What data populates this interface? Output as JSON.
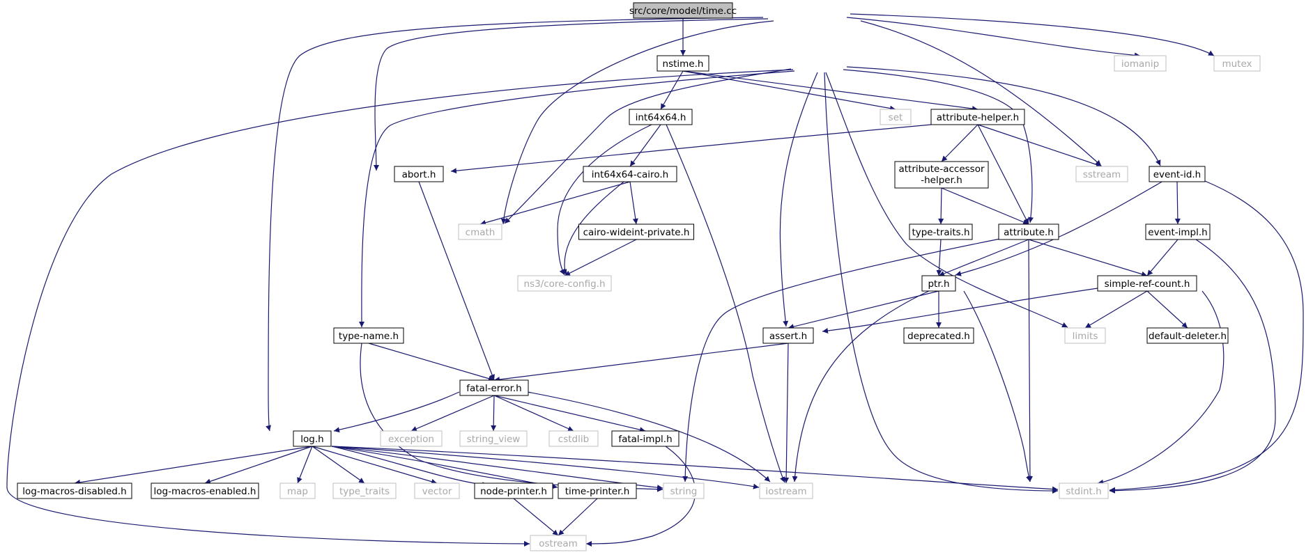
{
  "graph": {
    "root": "src/core/model/time.cc",
    "colors": {
      "edge": "#191970",
      "root_fill": "#bfbfbf",
      "internal_border": "#000000",
      "external_border": "#bfbfbf",
      "external_text": "#a8a8a8"
    },
    "nodes": [
      {
        "id": "time_cc",
        "label": "src/core/model/time.cc",
        "kind": "root"
      },
      {
        "id": "nstime",
        "label": "nstime.h",
        "kind": "internal"
      },
      {
        "id": "iomanip",
        "label": "iomanip",
        "kind": "external"
      },
      {
        "id": "mutex",
        "label": "mutex",
        "kind": "external"
      },
      {
        "id": "int64x64",
        "label": "int64x64.h",
        "kind": "internal"
      },
      {
        "id": "set",
        "label": "set",
        "kind": "external"
      },
      {
        "id": "attr_helper",
        "label": "attribute-helper.h",
        "kind": "internal"
      },
      {
        "id": "abort",
        "label": "abort.h",
        "kind": "internal"
      },
      {
        "id": "int64cairo",
        "label": "int64x64-cairo.h",
        "kind": "internal"
      },
      {
        "id": "attr_acc",
        "label": [
          "attribute-accessor",
          "-helper.h"
        ],
        "kind": "internal"
      },
      {
        "id": "sstream",
        "label": "sstream",
        "kind": "external"
      },
      {
        "id": "event_id",
        "label": "event-id.h",
        "kind": "internal"
      },
      {
        "id": "cmath",
        "label": "cmath",
        "kind": "external"
      },
      {
        "id": "cairo_wide",
        "label": "cairo-wideint-private.h",
        "kind": "internal"
      },
      {
        "id": "type_traits_h",
        "label": "type-traits.h",
        "kind": "internal"
      },
      {
        "id": "attribute",
        "label": "attribute.h",
        "kind": "internal"
      },
      {
        "id": "event_impl",
        "label": "event-impl.h",
        "kind": "internal"
      },
      {
        "id": "core_config",
        "label": "ns3/core-config.h",
        "kind": "external"
      },
      {
        "id": "ptr",
        "label": "ptr.h",
        "kind": "internal"
      },
      {
        "id": "simple_ref",
        "label": "simple-ref-count.h",
        "kind": "internal"
      },
      {
        "id": "type_name",
        "label": "type-name.h",
        "kind": "internal"
      },
      {
        "id": "assert",
        "label": "assert.h",
        "kind": "internal"
      },
      {
        "id": "deprecated",
        "label": "deprecated.h",
        "kind": "internal"
      },
      {
        "id": "limits",
        "label": "limits",
        "kind": "external"
      },
      {
        "id": "default_del",
        "label": "default-deleter.h",
        "kind": "internal"
      },
      {
        "id": "fatal_error",
        "label": "fatal-error.h",
        "kind": "internal"
      },
      {
        "id": "log",
        "label": "log.h",
        "kind": "internal"
      },
      {
        "id": "exception",
        "label": "exception",
        "kind": "external"
      },
      {
        "id": "string_view",
        "label": "string_view",
        "kind": "external"
      },
      {
        "id": "cstdlib",
        "label": "cstdlib",
        "kind": "external"
      },
      {
        "id": "fatal_impl",
        "label": "fatal-impl.h",
        "kind": "internal"
      },
      {
        "id": "log_dis",
        "label": "log-macros-disabled.h",
        "kind": "internal"
      },
      {
        "id": "log_en",
        "label": "log-macros-enabled.h",
        "kind": "internal"
      },
      {
        "id": "map",
        "label": "map",
        "kind": "external"
      },
      {
        "id": "type_traits",
        "label": "type_traits",
        "kind": "external"
      },
      {
        "id": "vector",
        "label": "vector",
        "kind": "external"
      },
      {
        "id": "node_printer",
        "label": "node-printer.h",
        "kind": "internal"
      },
      {
        "id": "time_printer",
        "label": "time-printer.h",
        "kind": "internal"
      },
      {
        "id": "string",
        "label": "string",
        "kind": "external"
      },
      {
        "id": "iostream",
        "label": "iostream",
        "kind": "external"
      },
      {
        "id": "stdint",
        "label": "stdint.h",
        "kind": "external"
      },
      {
        "id": "ostream",
        "label": "ostream",
        "kind": "external"
      }
    ],
    "edges": [
      [
        "time_cc",
        "nstime"
      ],
      [
        "time_cc",
        "iomanip"
      ],
      [
        "time_cc",
        "mutex"
      ],
      [
        "time_cc",
        "abort"
      ],
      [
        "time_cc",
        "log"
      ],
      [
        "time_cc",
        "cmath"
      ],
      [
        "time_cc",
        "sstream"
      ],
      [
        "nstime",
        "int64x64"
      ],
      [
        "nstime",
        "set"
      ],
      [
        "nstime",
        "attr_helper"
      ],
      [
        "nstime",
        "event_id"
      ],
      [
        "nstime",
        "attribute"
      ],
      [
        "nstime",
        "cmath"
      ],
      [
        "nstime",
        "type_name"
      ],
      [
        "nstime",
        "ostream"
      ],
      [
        "nstime",
        "assert"
      ],
      [
        "nstime",
        "stdint"
      ],
      [
        "nstime",
        "limits"
      ],
      [
        "int64x64",
        "int64cairo"
      ],
      [
        "int64x64",
        "core_config"
      ],
      [
        "int64x64",
        "iostream"
      ],
      [
        "int64cairo",
        "cmath"
      ],
      [
        "int64cairo",
        "core_config"
      ],
      [
        "int64cairo",
        "cairo_wide"
      ],
      [
        "cairo_wide",
        "core_config"
      ],
      [
        "attr_helper",
        "abort"
      ],
      [
        "attr_helper",
        "attr_acc"
      ],
      [
        "attr_helper",
        "attribute"
      ],
      [
        "attr_helper",
        "sstream"
      ],
      [
        "attr_acc",
        "type_traits_h"
      ],
      [
        "attr_acc",
        "attribute"
      ],
      [
        "type_traits_h",
        "ptr"
      ],
      [
        "attribute",
        "ptr"
      ],
      [
        "attribute",
        "simple_ref"
      ],
      [
        "attribute",
        "string"
      ],
      [
        "attribute",
        "stdint"
      ],
      [
        "event_id",
        "event_impl"
      ],
      [
        "event_id",
        "ptr"
      ],
      [
        "event_id",
        "stdint"
      ],
      [
        "event_impl",
        "simple_ref"
      ],
      [
        "event_impl",
        "stdint"
      ],
      [
        "simple_ref",
        "assert"
      ],
      [
        "simple_ref",
        "limits"
      ],
      [
        "simple_ref",
        "default_del"
      ],
      [
        "simple_ref",
        "stdint"
      ],
      [
        "ptr",
        "assert"
      ],
      [
        "ptr",
        "deprecated"
      ],
      [
        "ptr",
        "iostream"
      ],
      [
        "ptr",
        "stdint"
      ],
      [
        "abort",
        "fatal_error"
      ],
      [
        "type_name",
        "fatal_error"
      ],
      [
        "type_name",
        "string"
      ],
      [
        "assert",
        "fatal_error"
      ],
      [
        "assert",
        "iostream"
      ],
      [
        "fatal_error",
        "log"
      ],
      [
        "fatal_error",
        "exception"
      ],
      [
        "fatal_error",
        "string_view"
      ],
      [
        "fatal_error",
        "cstdlib"
      ],
      [
        "fatal_error",
        "fatal_impl"
      ],
      [
        "fatal_error",
        "iostream"
      ],
      [
        "fatal_impl",
        "ostream"
      ],
      [
        "log",
        "log_dis"
      ],
      [
        "log",
        "log_en"
      ],
      [
        "log",
        "map"
      ],
      [
        "log",
        "type_traits"
      ],
      [
        "log",
        "vector"
      ],
      [
        "log",
        "node_printer"
      ],
      [
        "log",
        "time_printer"
      ],
      [
        "log",
        "string"
      ],
      [
        "log",
        "iostream"
      ],
      [
        "log",
        "stdint"
      ],
      [
        "node_printer",
        "ostream"
      ],
      [
        "time_printer",
        "ostream"
      ]
    ]
  }
}
